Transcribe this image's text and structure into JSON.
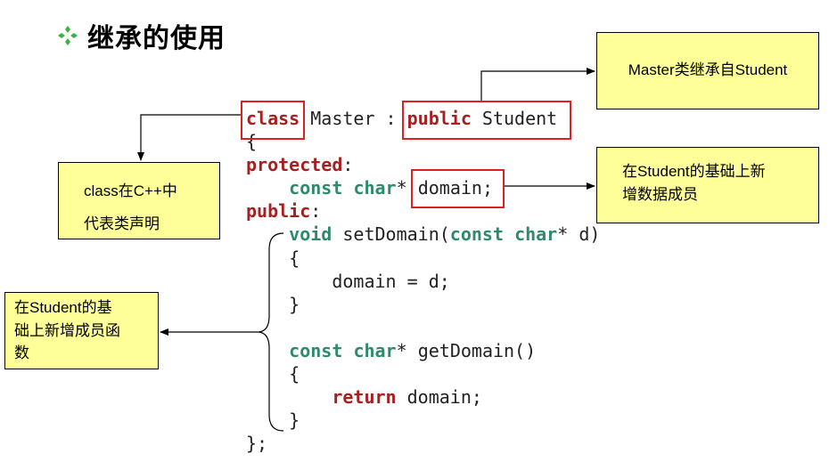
{
  "title": "继承的使用",
  "notes": {
    "master": [
      "Master类继承自Student"
    ],
    "domain": [
      "在Student的基础上新",
      "增数据成员"
    ],
    "class": [
      "class在C++中",
      "代表类声明"
    ],
    "methods": [
      "在Student的基",
      "础上新增成员函",
      "数"
    ]
  },
  "code": {
    "line1": {
      "kw_class": "class",
      "name": " Master : ",
      "kw_public": "public",
      "base": " Student"
    },
    "line2": "{",
    "line3": {
      "kw": "protected",
      "colon": ":"
    },
    "line4": {
      "indent": "    ",
      "kw_const": "const",
      "sp": " ",
      "ty_char": "char",
      "star": "* ",
      "name": "domain;"
    },
    "line5": {
      "kw": "public",
      "colon": ":"
    },
    "line6": {
      "indent": "    ",
      "ty_void": "void",
      "name": " setDomain(",
      "kw_const": "const",
      "sp": " ",
      "ty_char": "char",
      "rest": "* d)"
    },
    "line7": "    {",
    "line8": "        domain = d;",
    "line9": "    }",
    "line10": "",
    "line11": {
      "indent": "    ",
      "kw_const": "const",
      "sp": " ",
      "ty_char": "char",
      "rest": "* getDomain()"
    },
    "line12": "    {",
    "line13": {
      "indent": "        ",
      "kw_return": "return",
      "rest": " domain;"
    },
    "line14": "    }",
    "line15": "};"
  },
  "colors": {
    "keyword": "#a42121",
    "type": "#2f8a6a",
    "highlight": "#e02020",
    "note_bg": "#ffff99",
    "title_icon": "#3cb043"
  },
  "icons": {
    "title": "diamond-bullet-icon"
  }
}
